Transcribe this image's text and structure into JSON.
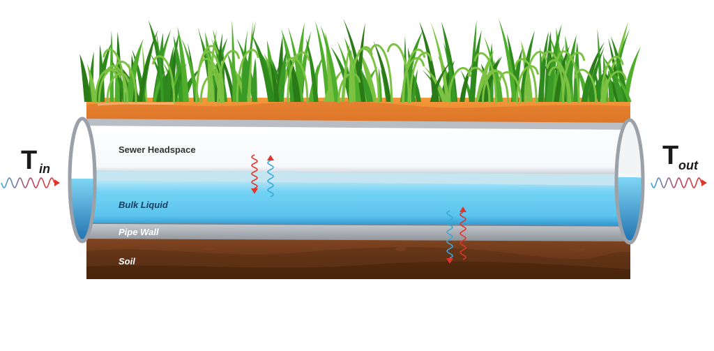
{
  "diagram": {
    "layers": {
      "headspace": "Sewer Headspace",
      "bulk_liquid": "Bulk Liquid",
      "pipe_wall": "Pipe Wall",
      "soil": "Soil"
    },
    "inlet": {
      "symbol": "T",
      "subscript": "in"
    },
    "outlet": {
      "symbol": "T",
      "subscript": "out"
    },
    "colors": {
      "grass_dark": "#2f8a1e",
      "grass_light": "#7cc242",
      "topsoil": "#f08a32",
      "pipe_steel": "#9aa0a8",
      "water": "#6ed0f2",
      "water_deep": "#1e86c8",
      "soil": "#6b3a1c",
      "heat_red": "#e0352b",
      "heat_blue": "#3aa7d6"
    }
  }
}
